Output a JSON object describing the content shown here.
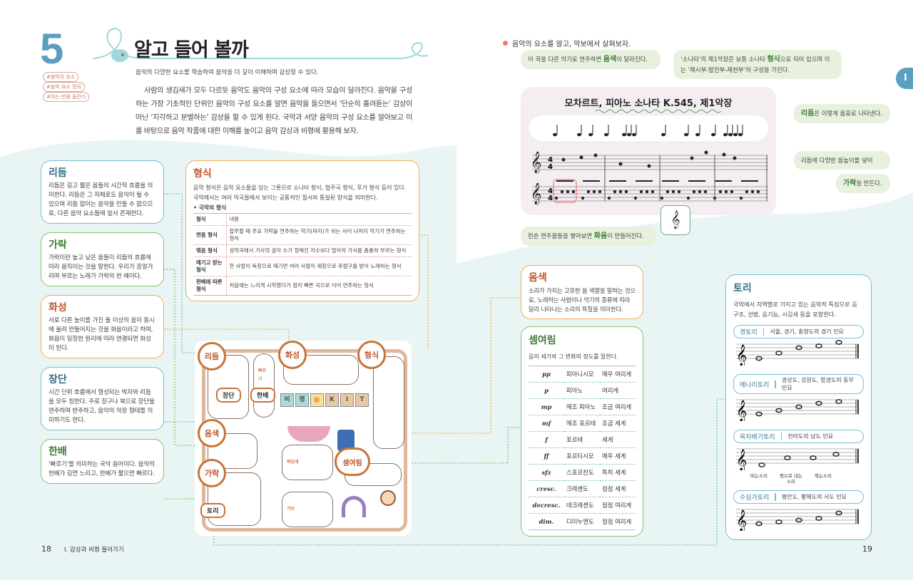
{
  "header": {
    "chapter_number": "5",
    "title": "알고 들어 볼까",
    "objective": "음악의 다양한 요소를 학습하여 음악을 더 깊이 이해하며 감상할 수 있다.",
    "tags": [
      "#음악의 요소",
      "#음악 요소 정의",
      "#아는 만큼 들린다"
    ]
  },
  "intro": "사람의 생김새가 모두 다르듯 음악도 음악의 구성 요소에 따라 모습이 달라진다. 음악을 구성하는 가장 기초적인 단위인 음악의 구성 요소를 알면 음악을 들으면서 ‘단순히 흘려듣는’ 감상이 아닌 ‘지각하고 분별하는’ 감상을 할 수 있게 된다. 국악과 서양 음악의 구성 요소를 알아보고 이를 바탕으로 음악 작품에 대한 이해를 높이고 음악 감상과 비평에 활용해 보자.",
  "left_boxes": {
    "rhythm": {
      "title": "리듬",
      "text": "리듬은 길고 짧은 음들의 시간적 흐름을 의미한다. 리듬은 그 자체로도 음악이 될 수 있으며 리듬 없이는 음악을 만들 수 없으므로, 다른 음악 요소들에 앞서 존재한다."
    },
    "melody": {
      "title": "가락",
      "text": "가락이란 높고 낮은 음들이 리듬의 흐름에 따라 움직이는 것을 말한다. 우리가 흥얼거리며 부르는 노래가 가락의 한 예이다."
    },
    "harmony": {
      "title": "화성",
      "text": "서로 다른 높이를 가진 둘 이상의 음이 동시에 울려 만들어지는 것을 화음이라고 하며, 화음이 일정한 원리에 따라 연결되면 화성이 된다."
    },
    "jangdan": {
      "title": "장단",
      "text": "시간 단위 흐름에서 형성되는 박자와 리듬을 모두 칭한다. 주로 장구나 북으로 장단을 연주하며 반주하고, 음악의 악장 형태를 의미하기도 한다."
    },
    "hanbae": {
      "title": "한배",
      "text": "‘빠르기’를 의미하는 국악 용어이다. 음악의 한배가 길면 느리고, 한배가 짧으면 빠르다."
    }
  },
  "form_box": {
    "title": "형식",
    "text1": "음악 형식은 음악 요소들을 담는 그릇으로 소나타 형식, 협주곡 형식, 푸가 형식 등이 있다.",
    "text2": "국악에서는 여러 악곡들에서 보이는 공통적인 질서와 통일된 양식을 의미한다.",
    "subhead": "• 국악의 형식",
    "table": {
      "headers": [
        "형식",
        "내용"
      ],
      "rows": [
        [
          "연음 형식",
          "합주할 때 주요 가락을 연주하는 악기(피리)가 쉬는 사이 나머지 악기가 연주하는 형식"
        ],
        [
          "엮음 형식",
          "성악곡에서 가사의 글자 수가 정해진 자수보다 많아져 가사를 촘촘히 부르는 형식"
        ],
        [
          "메기고 받는 형식",
          "한 사람이 독창으로 메기면 여러 사람이 제창으로 후렴구를 받아 노래하는 형식"
        ],
        [
          "한배에 따른 형식",
          "처음에는 느리게 시작했다가 점차 빠른 곡으로 이어 연주하는 형식"
        ]
      ]
    }
  },
  "kit": {
    "labels": [
      "리듬",
      "화성",
      "형식",
      "음색",
      "가락",
      "셈여림"
    ],
    "small_labels": [
      "장단",
      "한배",
      "토리"
    ],
    "banner": [
      "비",
      "평",
      "K",
      "I",
      "T"
    ],
    "panels": [
      "빠르기",
      "짜임새",
      "기타"
    ]
  },
  "right": {
    "lead": "음악의 요소를 알고, 악보에서 살펴보자.",
    "score_title": "모차르트, 피아노 소나타 K.545, 제1악장",
    "callouts": {
      "timbre": {
        "pre": "이 곡을 다른 악기로 연주하면 ",
        "key": "음색",
        "post": "이 달라진다."
      },
      "form": {
        "pre": "‘소나타’의 제1악장은 보통 소나타 ",
        "key": "형식",
        "post": "으로 되어 있으며 이는 ‘제시부-발전부-재현부’의 구성을 가진다."
      },
      "rhythm": {
        "key": "리듬",
        "post": "은 이렇게 음표로 나타낸다."
      },
      "melody1": "리듬에 다양한 음높이를 넣어",
      "melody2": {
        "key": "가락",
        "post": "을 만든다."
      },
      "harmony": {
        "pre": "왼손 연주음들을 쌓아보면 ",
        "key": "화음",
        "post": "이 만들어진다."
      }
    },
    "timbre_box": {
      "title": "음색",
      "text": "소리가 가지는 고유한 음 색깔을 말하는 것으로, 노래하는 사람이나 악기의 종류에 따라 달리 나타나는 소리의 특질을 의미한다."
    },
    "dynamics_box": {
      "title": "셈여림",
      "text": "음의 세기와 그 변화의 정도를 말한다.",
      "rows": [
        [
          "pp",
          "피아니시모",
          "매우 여리게"
        ],
        [
          "p",
          "피아노",
          "여리게"
        ],
        [
          "mp",
          "메조 피아노",
          "조금 여리게"
        ],
        [
          "mf",
          "메조 포르테",
          "조금 세게"
        ],
        [
          "f",
          "포르테",
          "세게"
        ],
        [
          "ff",
          "포르티시모",
          "매우 세게"
        ],
        [
          "sfz",
          "스포르찬도",
          "특히 세게"
        ],
        [
          "cresc.",
          "크레셴도",
          "점점 세게"
        ],
        [
          "decresc.",
          "데크레셴도",
          "점점 여리게"
        ],
        [
          "dim.",
          "디미누엔도",
          "점점 여리게"
        ]
      ]
    },
    "tori_box": {
      "title": "토리",
      "text": "국악에서 지역별로 가지고 있는 음악적 특징으로 음 구조, 선법, 음기능, 시김새 등을 포함한다.",
      "items": [
        {
          "name": "경토리",
          "desc": "서울, 경기, 충청도의 경기 민요"
        },
        {
          "name": "메나리토리",
          "desc": "경상도, 강원도, 함경도의 동부 민요"
        },
        {
          "name": "육자배기토리",
          "desc": "전라도의 남도 민요"
        },
        {
          "name": "수심가토리",
          "desc": "평안도, 황해도의 서도 민요"
        }
      ],
      "yukja_labels": [
        "떠는소리",
        "평으로 내는 소리",
        "꺾는소리"
      ]
    }
  },
  "footer": {
    "left_page": "18",
    "left_section": "Ⅰ. 감상과 비평 들어가기",
    "right_page": "19",
    "side_tab": "Ⅰ"
  },
  "colors": {
    "blue": "#74bfd1",
    "green": "#8cc06c",
    "orange": "#f5ac55",
    "mint_bg": "#e9f5f4"
  }
}
